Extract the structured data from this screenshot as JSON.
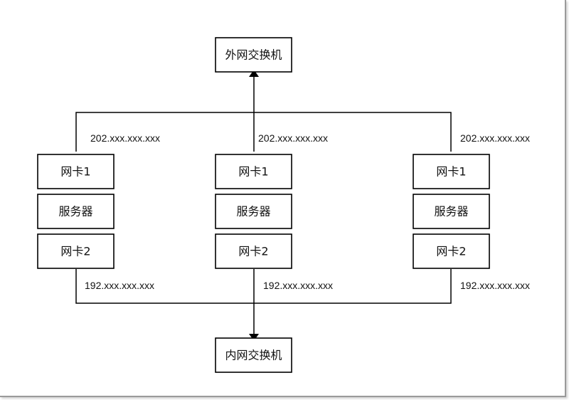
{
  "external_switch": {
    "label": "外网交换机"
  },
  "internal_switch": {
    "label": "内网交换机"
  },
  "servers": [
    {
      "nic1_label": "网卡1",
      "server_label": "服务器",
      "nic2_label": "网卡2",
      "nic1_ip": "202.xxx.xxx.xxx",
      "nic2_ip": "192.xxx.xxx.xxx"
    },
    {
      "nic1_label": "网卡1",
      "server_label": "服务器",
      "nic2_label": "网卡2",
      "nic1_ip": "202.xxx.xxx.xxx",
      "nic2_ip": "192.xxx.xxx.xxx"
    },
    {
      "nic1_label": "网卡1",
      "server_label": "服务器",
      "nic2_label": "网卡2",
      "nic1_ip": "202.xxx.xxx.xxx",
      "nic2_ip": "192.xxx.xxx.xxx"
    }
  ],
  "colors": {
    "line": "#000000",
    "box_border": "#000000",
    "background": "#ffffff"
  }
}
